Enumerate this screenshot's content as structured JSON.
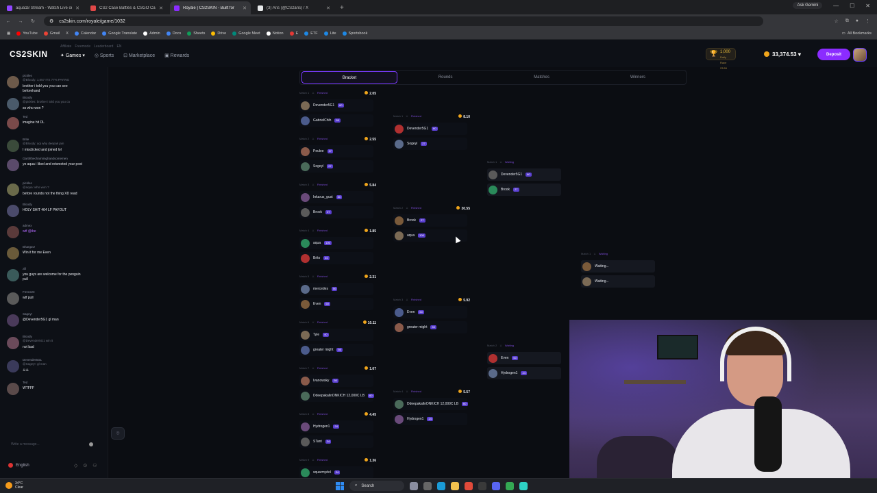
{
  "browser": {
    "tabs": [
      {
        "title": "aqua18 Stream - Watch Live or",
        "color": "#9146ff"
      },
      {
        "title": "CS2 Case Battles & CSGO Case",
        "color": "#e04848"
      },
      {
        "title": "Royale | CS2SKIN - Built for",
        "color": "#8b2cff"
      },
      {
        "title": "(3) Aris (@CS2aris) / X",
        "color": "#e7e9ea"
      }
    ],
    "url": "cs2skin.com/royale/game/1032",
    "ask_gemini": "Ask Gemini",
    "bookmarks": [
      "YouTube",
      "Gmail",
      "X",
      "Calendar",
      "Google Translate",
      "Admin",
      "Docs",
      "Sheets",
      "Drive",
      "Google Meet",
      "Notion",
      "E",
      "ETF",
      "Lite",
      "Sportsbook"
    ],
    "all_bookmarks": "All Bookmarks"
  },
  "site": {
    "logo": "CS2SKIN",
    "subnav": [
      "Affiliate",
      "Freemode",
      "Leaderboard",
      "EN"
    ],
    "nav": [
      "Games",
      "Sports",
      "Marketplace",
      "Rewards"
    ],
    "gold_value": "1,000",
    "gold_sub": "Daily Race 23:59",
    "balance": "33,374.53",
    "deposit": "Deposit"
  },
  "chat": {
    "messages": [
      {
        "name": "pickles",
        "reply": "@Bloody: 1,057 ITS 77% PAYING",
        "text": [
          "brother i told you you can see",
          "beforehand"
        ]
      },
      {
        "name": "Bloody",
        "reply": "@pickles: brother i told you you ca",
        "text": [
          "so who won ?"
        ]
      },
      {
        "name": "Ted",
        "reply": "",
        "text": [
          "imagine hit DL"
        ]
      },
      {
        "name": "Brite",
        "reply": "@Bloody: aqi why deepak jain",
        "text": [
          "I misclicked and joined lol"
        ]
      },
      {
        "name": "Garththecharminghandsomemen",
        "reply": "",
        "text": [
          "yo aqua i liked and retweeted your post"
        ]
      },
      {
        "name": "pickles",
        "reply": "@aqua: who won ?",
        "text": [
          "before rounds not the thing XD read"
        ]
      },
      {
        "name": "Bloody",
        "reply": "",
        "text": [
          "HOLY SHIT 464 LF PAYOUT"
        ]
      },
      {
        "name": "admex",
        "reply": "",
        "text": [
          "wtf @ibe"
        ],
        "purple": true
      },
      {
        "name": "Bhargav!",
        "reply": "",
        "text": [
          "Win it for me Even"
        ]
      },
      {
        "name": "zill",
        "reply": "",
        "text": [
          "you guys are welcome for the penguin",
          "pull"
        ]
      },
      {
        "name": "Fmms23",
        "reply": "",
        "text": [
          "wtf pull"
        ]
      },
      {
        "name": "Sagey!",
        "reply": "",
        "text": [
          "@Devender5G1 gl man"
        ]
      },
      {
        "name": "Bloody",
        "reply": "@Devender5G1 win it",
        "text": [
          "not bad"
        ]
      },
      {
        "name": "Devender5G1",
        "reply": "@Sagey!: gl man",
        "text": [
          "☠☠"
        ]
      },
      {
        "name": "Ted",
        "reply": "",
        "text": [
          "WTFFF"
        ]
      }
    ],
    "input_placeholder": "Write a message...",
    "language": "English"
  },
  "tabs": [
    "Bracket",
    "Rounds",
    "Matches",
    "Winners"
  ],
  "bracket": {
    "round1": [
      {
        "label": "Match 1",
        "status": "Finished",
        "value": "2.05",
        "players": [
          {
            "name": "Devender5G1",
            "lv": "60"
          },
          {
            "name": "GabrielChih",
            "lv": "55"
          }
        ]
      },
      {
        "label": "Match 2",
        "status": "Finished",
        "value": "2.55",
        "players": [
          {
            "name": "Peulee",
            "lv": "27"
          },
          {
            "name": "Sogeyl",
            "lv": "27"
          }
        ]
      },
      {
        "label": "Match 3",
        "status": "Finished",
        "value": "5.84",
        "players": [
          {
            "name": "Inkarus_gust",
            "lv": "50"
          },
          {
            "name": "Brook",
            "lv": "27"
          }
        ]
      },
      {
        "label": "Match 4",
        "status": "Finished",
        "value": "1.85",
        "players": [
          {
            "name": "aqua",
            "lv": "100"
          },
          {
            "name": "Brito",
            "lv": "40"
          }
        ]
      },
      {
        "label": "Match 5",
        "status": "Finished",
        "value": "2.31",
        "players": [
          {
            "name": "mercedes",
            "lv": "50"
          },
          {
            "name": "Even",
            "lv": "60"
          }
        ]
      },
      {
        "label": "Match 6",
        "status": "Finished",
        "value": "10.11",
        "players": [
          {
            "name": "Tyle",
            "lv": "40"
          },
          {
            "name": "greater might",
            "lv": "50"
          }
        ]
      },
      {
        "label": "Match 7",
        "status": "Finished",
        "value": "1.67",
        "players": [
          {
            "name": "Ivanowsky",
            "lv": "50"
          },
          {
            "name": "DdeepakalInDNKICH 12,000C LB",
            "lv": "60"
          }
        ]
      },
      {
        "label": "Match 8",
        "status": "Finished",
        "value": "4.45",
        "players": [
          {
            "name": "Hydrogen1",
            "lv": "24"
          },
          {
            "name": "STant",
            "lv": "24"
          }
        ]
      },
      {
        "label": "Match 9",
        "status": "Finished",
        "value": "1.36",
        "players": [
          {
            "name": "squarmydol",
            "lv": "24"
          }
        ]
      }
    ],
    "round2": [
      {
        "label": "Match 1",
        "status": "Finished",
        "value": "8.10",
        "players": [
          {
            "name": "Devender5G1",
            "lv": "60"
          },
          {
            "name": "Sogeyl",
            "lv": "27"
          }
        ]
      },
      {
        "label": "Match 2",
        "status": "Finished",
        "value": "30.55",
        "players": [
          {
            "name": "Brook",
            "lv": "27"
          },
          {
            "name": "aqua",
            "lv": "100"
          }
        ]
      },
      {
        "label": "Match 3",
        "status": "Finished",
        "value": "5.92",
        "players": [
          {
            "name": "Even",
            "lv": "60"
          },
          {
            "name": "greater might",
            "lv": "50"
          }
        ]
      },
      {
        "label": "Match 4",
        "status": "Finished",
        "value": "5.57",
        "players": [
          {
            "name": "DdeepakalInDNKICH 12,000C LB",
            "lv": "60"
          },
          {
            "name": "Hydrogen1",
            "lv": "24"
          }
        ]
      }
    ],
    "round3": [
      {
        "label": "Match 1",
        "status": "Waiting",
        "value": "",
        "players": [
          {
            "name": "Devender5G1",
            "lv": "60"
          },
          {
            "name": "Brook",
            "lv": "27"
          }
        ]
      },
      {
        "label": "Match 2",
        "status": "Waiting",
        "value": "",
        "players": [
          {
            "name": "Even",
            "lv": "60"
          },
          {
            "name": "Hydrogen1",
            "lv": "24"
          }
        ]
      }
    ],
    "round4": [
      {
        "label": "Match 1",
        "status": "Waiting",
        "value": "",
        "players": [
          {
            "name": "Waiting...",
            "lv": ""
          },
          {
            "name": "Waiting...",
            "lv": ""
          }
        ]
      }
    ]
  },
  "taskbar": {
    "temp": "34°C",
    "cond": "Clear",
    "search": "Search"
  }
}
